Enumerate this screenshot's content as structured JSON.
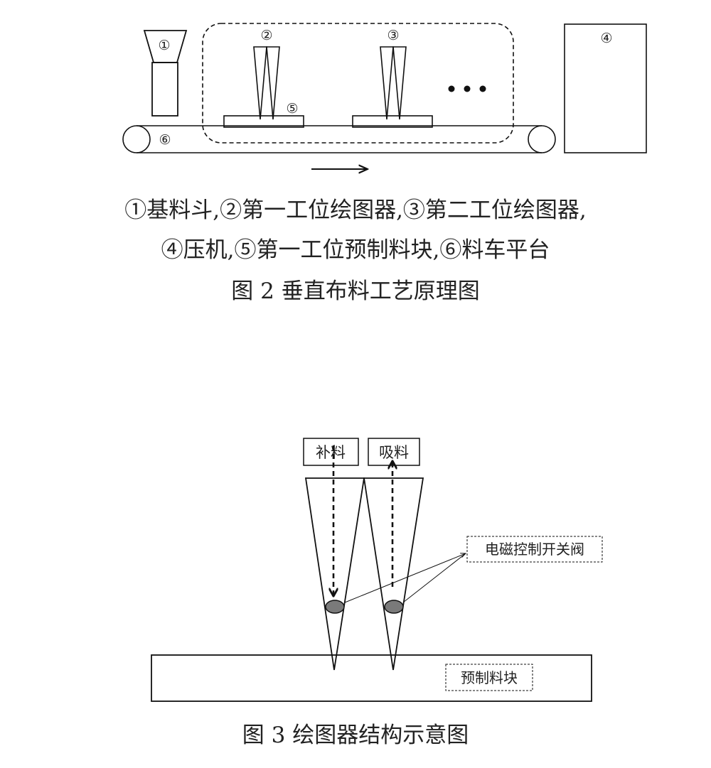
{
  "figure2": {
    "markers": {
      "m1": "①",
      "m2": "②",
      "m3": "③",
      "m4": "④",
      "m5": "⑤",
      "m6": "⑥"
    },
    "ellipsis": "• • •",
    "legend_line1": "①基料斗,②第一工位绘图器,③第二工位绘图器,",
    "legend_line2": "④压机,⑤第一工位预制料块,⑥料车平台",
    "caption": "图 2 垂直布料工艺原理图"
  },
  "figure3": {
    "fill_label": "补料",
    "suck_label": "吸料",
    "valve_label": "电磁控制开关阀",
    "block_label": "预制料块",
    "caption": "图 3 绘图器结构示意图"
  }
}
